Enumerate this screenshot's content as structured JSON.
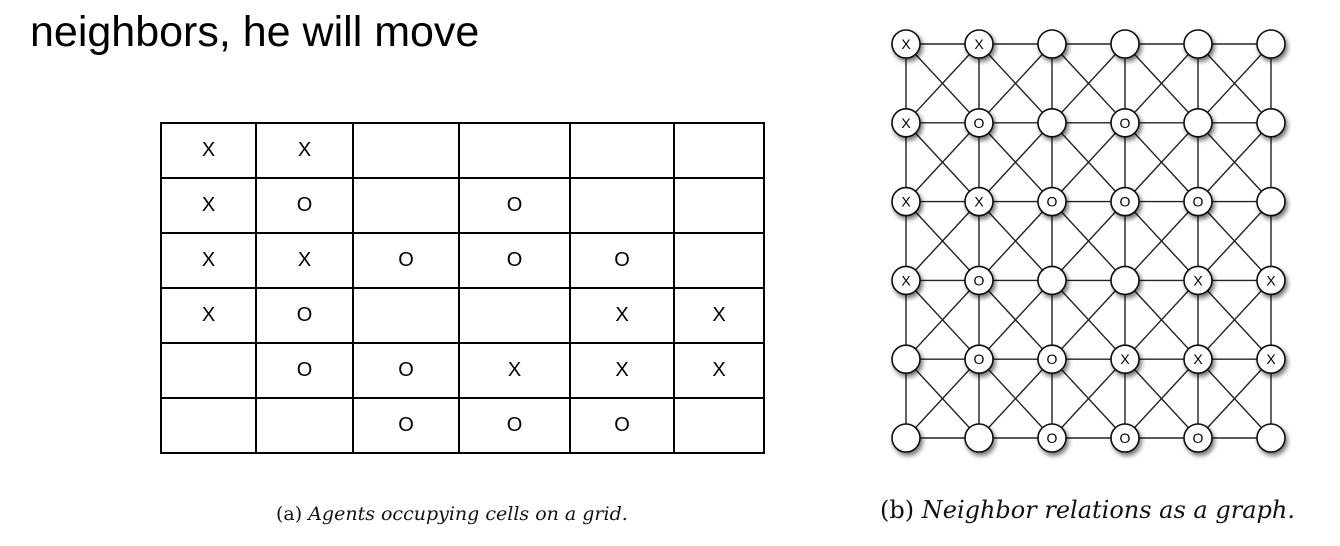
{
  "title": "neighbors, he will move",
  "grid": {
    "rows": [
      [
        "X",
        "X",
        "",
        "",
        "",
        ""
      ],
      [
        "X",
        "O",
        "",
        "O",
        "",
        ""
      ],
      [
        "X",
        "X",
        "O",
        "O",
        "O",
        ""
      ],
      [
        "X",
        "O",
        "",
        "",
        "X",
        "X"
      ],
      [
        "",
        "O",
        "O",
        "X",
        "X",
        "X"
      ],
      [
        "",
        "",
        "O",
        "O",
        "O",
        ""
      ]
    ],
    "caption_prefix": "(a)",
    "caption_text": "Agents occupying cells on a grid."
  },
  "graph": {
    "rows": [
      [
        "X",
        "X",
        "",
        "",
        "",
        ""
      ],
      [
        "X",
        "O",
        "",
        "O",
        "",
        ""
      ],
      [
        "X",
        "X",
        "O",
        "O",
        "O",
        ""
      ],
      [
        "X",
        "O",
        "",
        "",
        "X",
        "X"
      ],
      [
        "",
        "O",
        "O",
        "X",
        "X",
        "X"
      ],
      [
        "",
        "",
        "O",
        "O",
        "O",
        ""
      ]
    ],
    "caption_prefix": "(b)",
    "caption_text": "Neighbor relations as a graph."
  }
}
